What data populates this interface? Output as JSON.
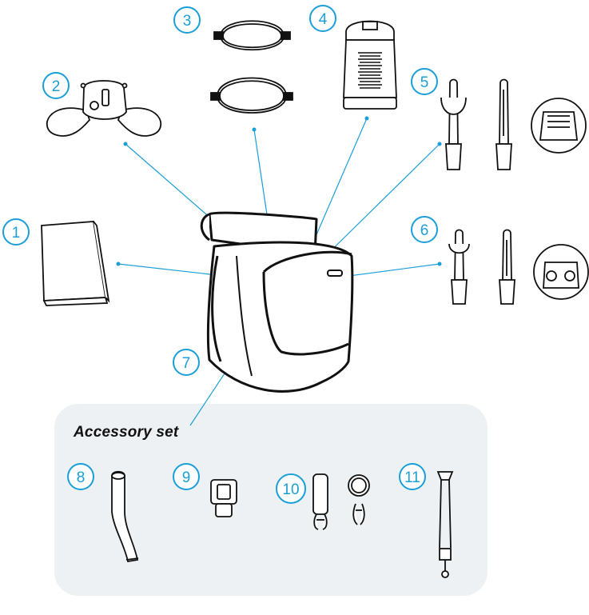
{
  "accessory_title": "Accessory set",
  "accent_color": "#1a9fd8",
  "panel_color": "#edf1f4",
  "callouts": [
    {
      "id": "1",
      "part": "booklet"
    },
    {
      "id": "2",
      "part": "breast-shield-icon"
    },
    {
      "id": "3",
      "part": "tubing-icon"
    },
    {
      "id": "4",
      "part": "bottle-icon"
    },
    {
      "id": "5",
      "part": "valve-icon"
    },
    {
      "id": "6",
      "part": "valve-icon"
    },
    {
      "id": "7",
      "part": "bag-icon"
    },
    {
      "id": "8",
      "part": "tube-icon"
    },
    {
      "id": "9",
      "part": "clip-icon"
    },
    {
      "id": "10",
      "part": "keyring-icon"
    },
    {
      "id": "11",
      "part": "lanyard-icon"
    }
  ]
}
